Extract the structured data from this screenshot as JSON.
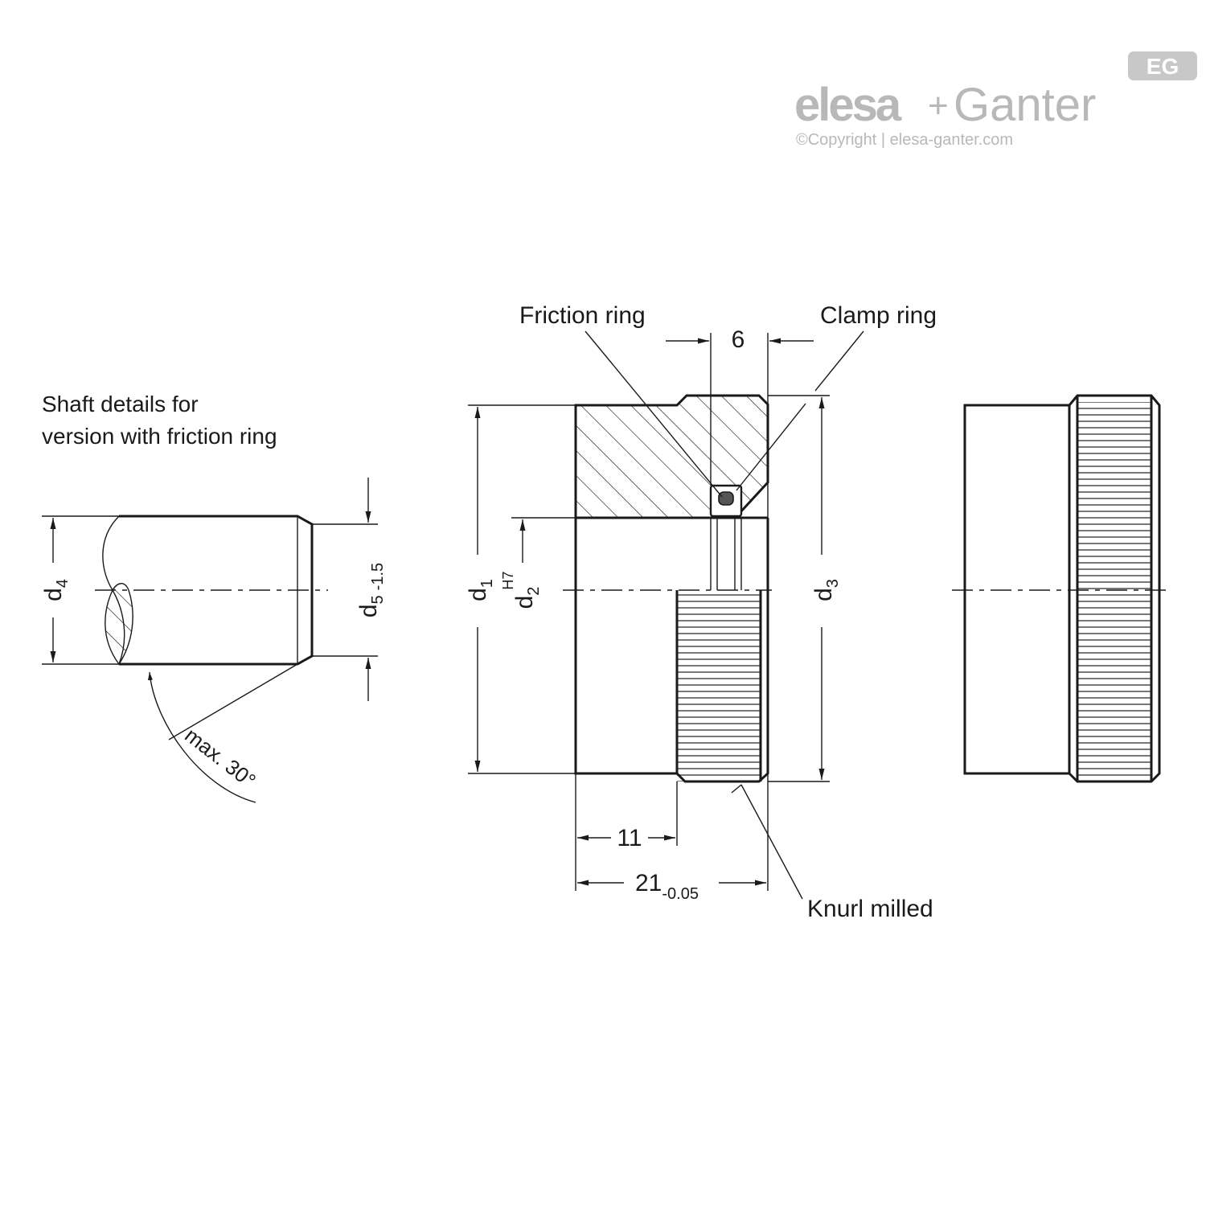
{
  "brand": {
    "name_left": "elesa",
    "plus": "+",
    "name_right": "Ganter",
    "copyright": "©Copyright | elesa-ganter.com",
    "badge": "EG"
  },
  "labels": {
    "shaft_caption_line1": "Shaft details for",
    "shaft_caption_line2": "version with friction ring",
    "friction_ring": "Friction ring",
    "clamp_ring": "Clamp ring",
    "knurl_milled": "Knurl milled",
    "angle": "max. 30°"
  },
  "dimensions": {
    "d1": {
      "base": "d",
      "sub": "1"
    },
    "d2": {
      "base": "d",
      "sub": "2",
      "sup": "H7"
    },
    "d3": {
      "base": "d",
      "sub": "3"
    },
    "d4": {
      "base": "d",
      "sub": "4"
    },
    "d5": {
      "base": "d",
      "sub": "5",
      "tol": "-1.5"
    },
    "width_ring": "6",
    "width_hub": "11",
    "width_total": "21",
    "width_total_tol": "-0.05"
  }
}
